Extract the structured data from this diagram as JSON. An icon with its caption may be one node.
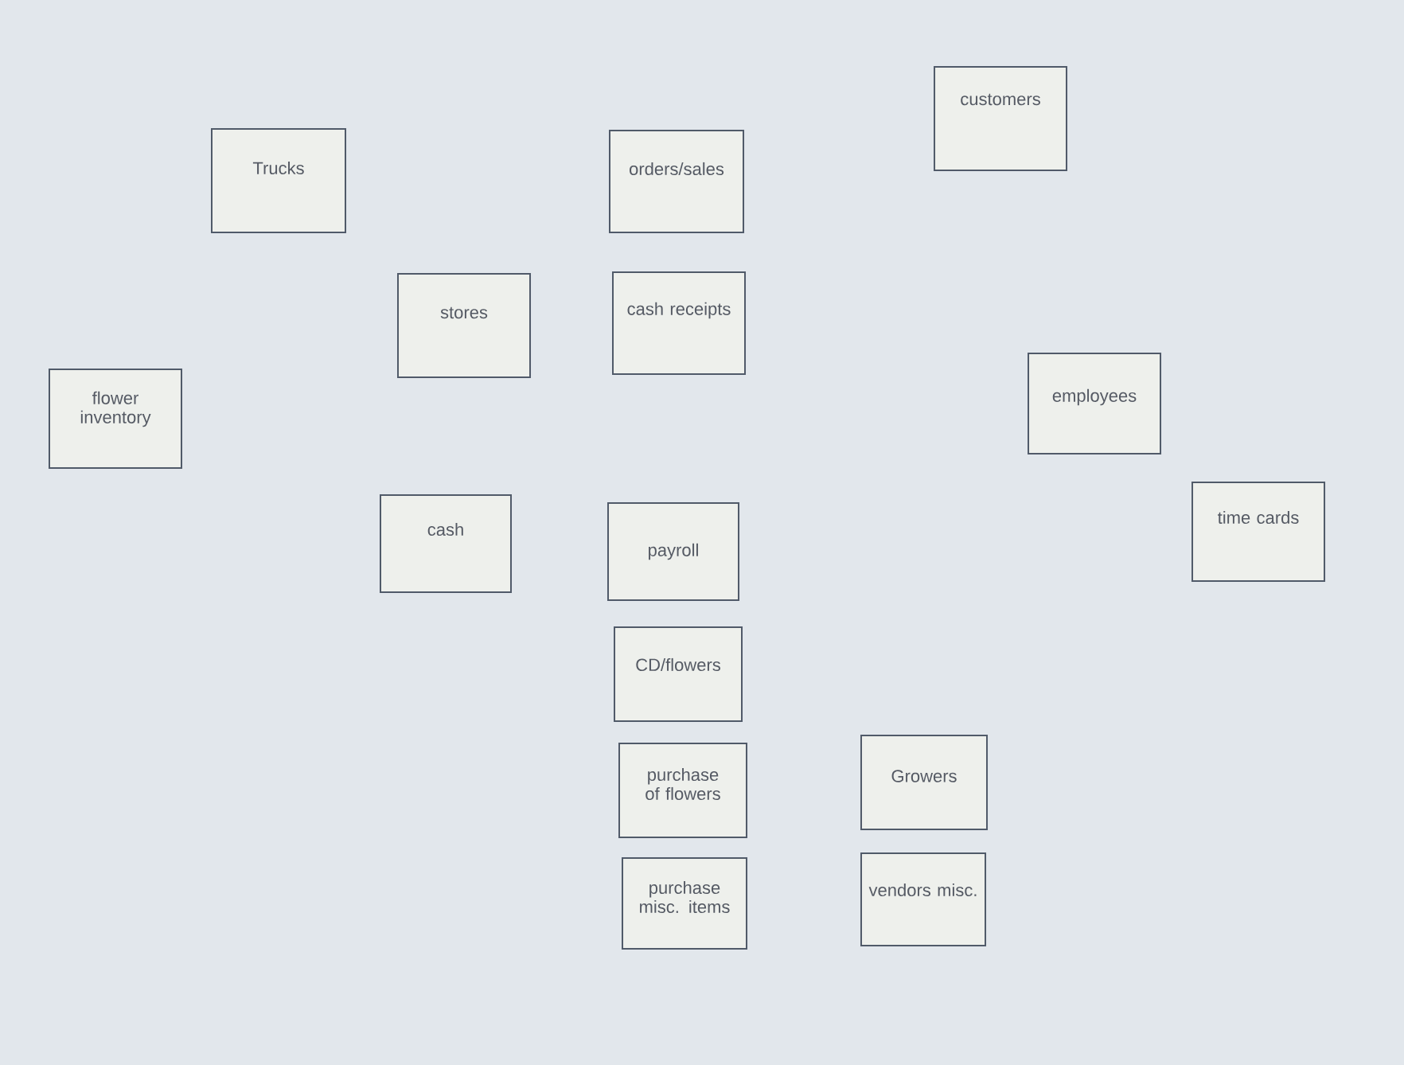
{
  "diagram": {
    "nodes": [
      {
        "text": [
          "customers"
        ]
      },
      {
        "text": [
          "Trucks"
        ]
      },
      {
        "text": [
          "orders/sales"
        ]
      },
      {
        "text": [
          "stores"
        ]
      },
      {
        "text": [
          "cash receipts"
        ]
      },
      {
        "text": [
          "flower inventory"
        ]
      },
      {
        "text": [
          "employees"
        ]
      },
      {
        "text": [
          "cash"
        ]
      },
      {
        "text": [
          "payroll"
        ]
      },
      {
        "text": [
          "time cards"
        ]
      },
      {
        "text": [
          "CD/flowers"
        ]
      },
      {
        "text": [
          "purchase of flowers"
        ]
      },
      {
        "text": [
          "Growers"
        ]
      },
      {
        "text": [
          "purchase misc. items"
        ]
      },
      {
        "text": [
          "vendors misc."
        ]
      }
    ]
  }
}
